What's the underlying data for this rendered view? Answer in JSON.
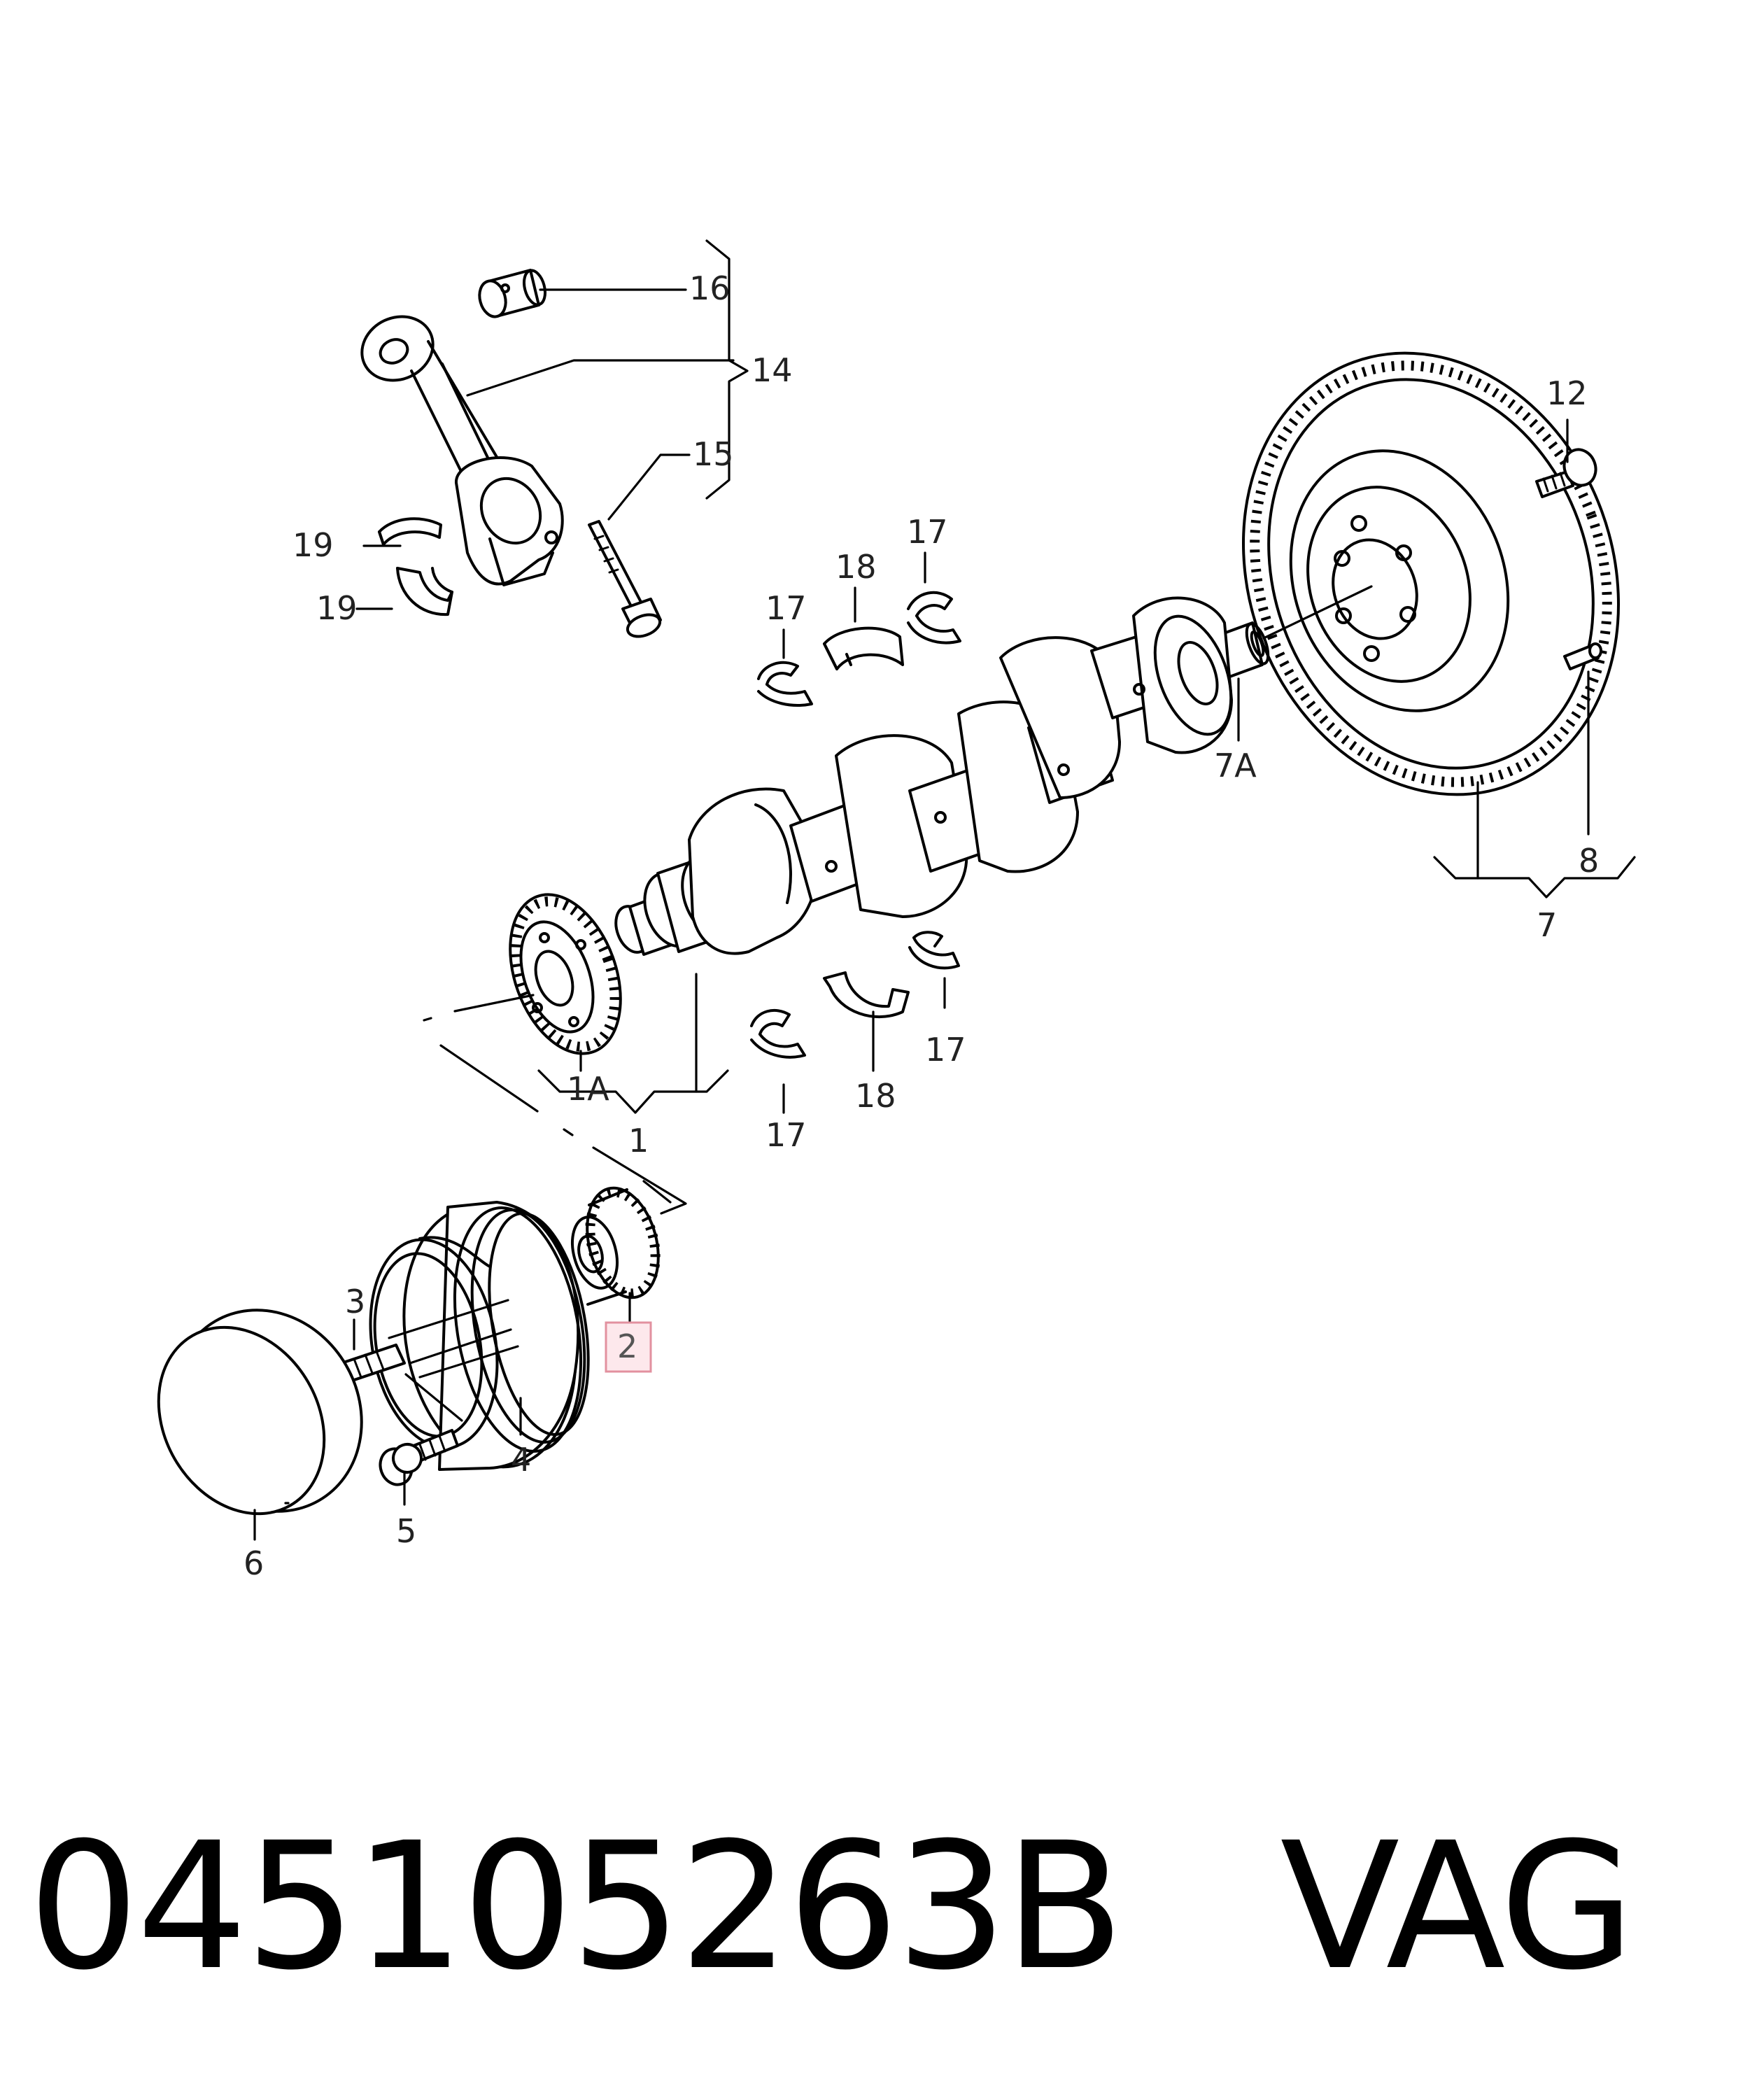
{
  "callouts": {
    "c16": "16",
    "c14": "14",
    "c15": "15",
    "c19a": "19",
    "c19b": "19",
    "c12": "12",
    "c17a": "17",
    "c18a": "18",
    "c17b": "17",
    "c7a": "7A",
    "c8": "8",
    "c7": "7",
    "c1a": "1A",
    "c1": "1",
    "c17c": "17",
    "c18b": "18",
    "c17d": "17",
    "c3": "3",
    "c2": "2",
    "c4": "4",
    "c5": "5",
    "c6": "6"
  },
  "highlighted_callout": "2",
  "footer": {
    "part_number": "045105263B",
    "brand": "VAG"
  }
}
